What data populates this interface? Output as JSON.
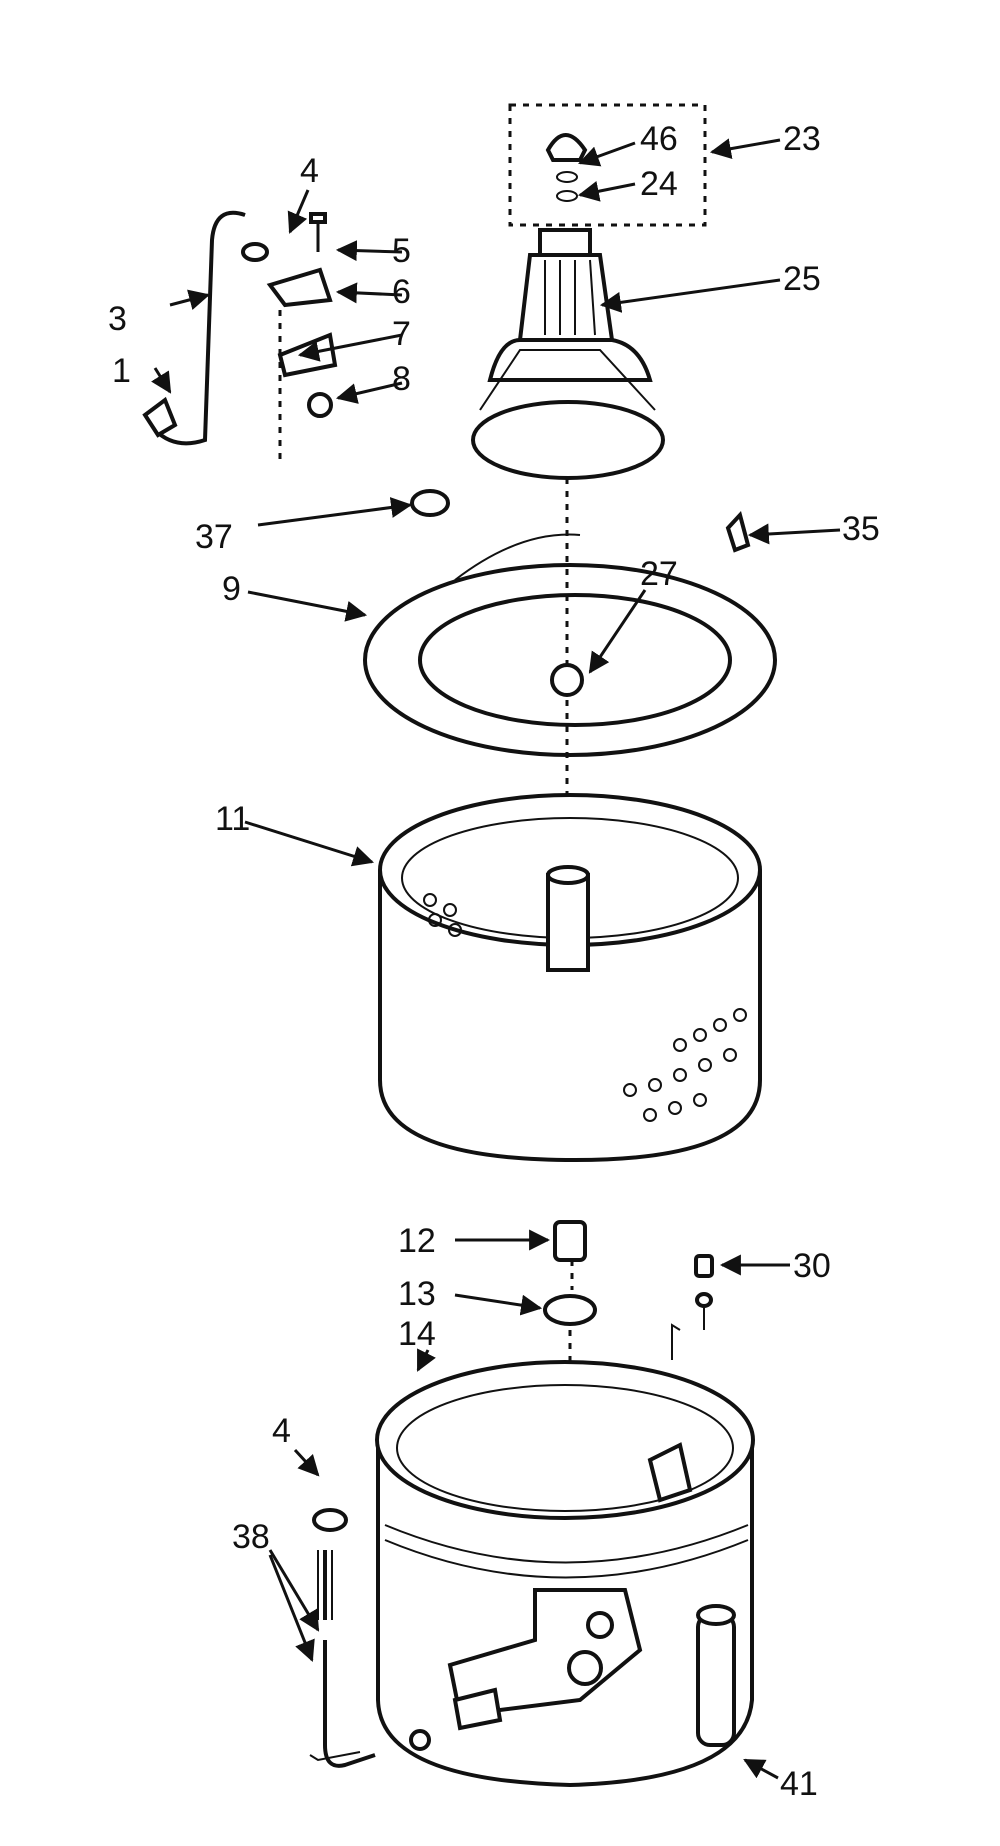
{
  "diagram": {
    "labels": {
      "l1": "1",
      "l3": "3",
      "l4a": "4",
      "l5": "5",
      "l6": "6",
      "l7": "7",
      "l8": "8",
      "l46": "46",
      "l23": "23",
      "l24": "24",
      "l25": "25",
      "l37": "37",
      "l35": "35",
      "l9": "9",
      "l27": "27",
      "l11": "11",
      "l12": "12",
      "l13": "13",
      "l14": "14",
      "l30": "30",
      "l4b": "4",
      "l38": "38",
      "l41": "41"
    }
  }
}
